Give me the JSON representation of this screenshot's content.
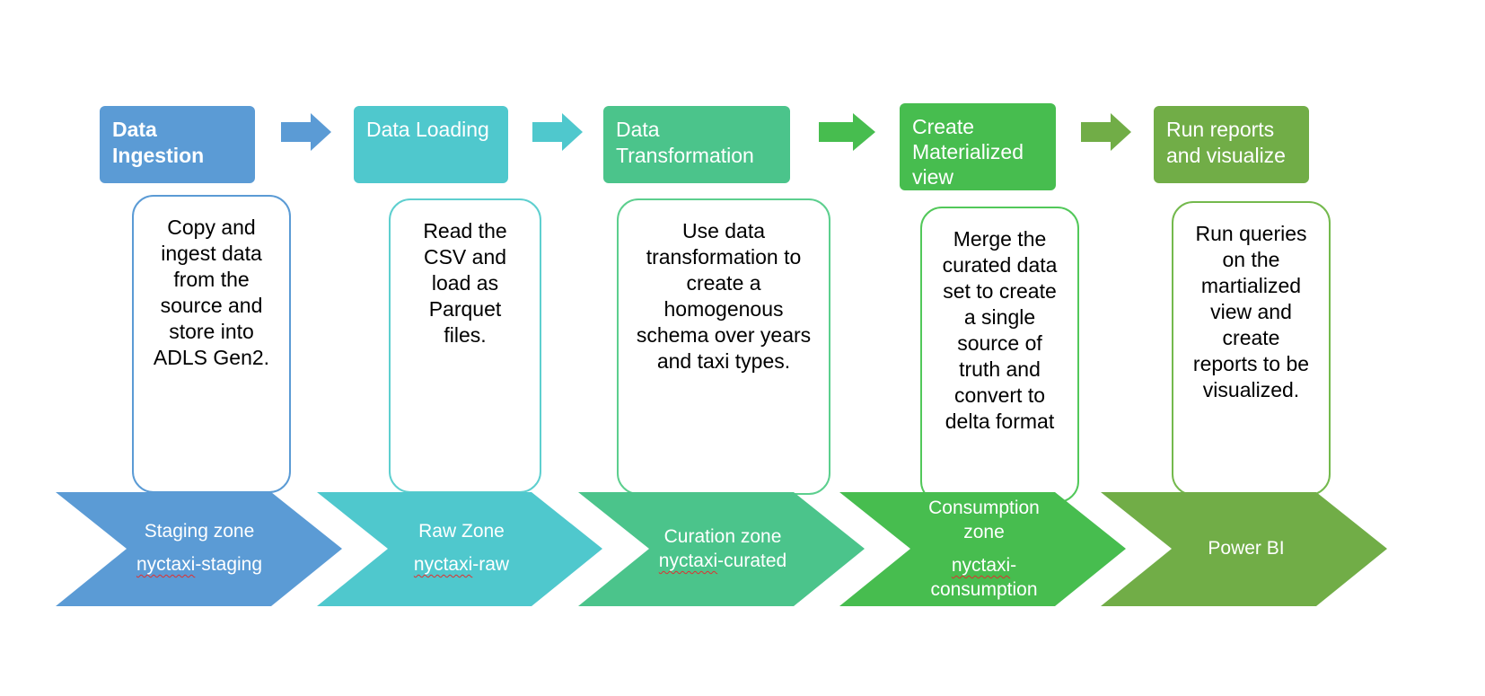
{
  "colors": {
    "stage1": "#5b9bd5",
    "stage2": "#4fc8cd",
    "stage3": "#4bc48b",
    "stage4": "#47bd4f",
    "stage5": "#71ad47",
    "box1_border": "#5b9bd5",
    "box2_border": "#5ecfcf",
    "box3_border": "#5ccf8e",
    "box4_border": "#52c85a",
    "box5_border": "#74b94d"
  },
  "stages": [
    {
      "header": "Data\nIngestion",
      "description": "Copy and ingest data from the source and store into ADLS Gen2.",
      "zone_name": "Staging zone",
      "zone_container_prefix": "",
      "zone_container_flagged": "nyctaxi",
      "zone_container_suffix": "-staging"
    },
    {
      "header": "Data Loading",
      "description": "Read the CSV and load as Parquet files.",
      "zone_name": "Raw Zone",
      "zone_container_prefix": "",
      "zone_container_flagged": "nyctaxi",
      "zone_container_suffix": "-raw"
    },
    {
      "header": "Data\nTransformation",
      "description": "Use data transformation to create a homogenous schema over years and taxi types.",
      "zone_name": "Curation zone",
      "zone_container_prefix": "",
      "zone_container_flagged": "nyctaxi",
      "zone_container_suffix": "-curated"
    },
    {
      "header": "Create\nMaterialized\nview",
      "description": "Merge the curated data set to create a single source of truth and convert to delta format",
      "zone_name": "Consumption\nzone",
      "zone_container_prefix": "",
      "zone_container_flagged": "nyctaxi",
      "zone_container_suffix": "-\nconsumption"
    },
    {
      "header": "Run reports\nand visualize",
      "description": "Run queries on the martialized view and create reports to be visualized.",
      "zone_name": "Power BI",
      "zone_container_prefix": "",
      "zone_container_flagged": "",
      "zone_container_suffix": ""
    }
  ]
}
